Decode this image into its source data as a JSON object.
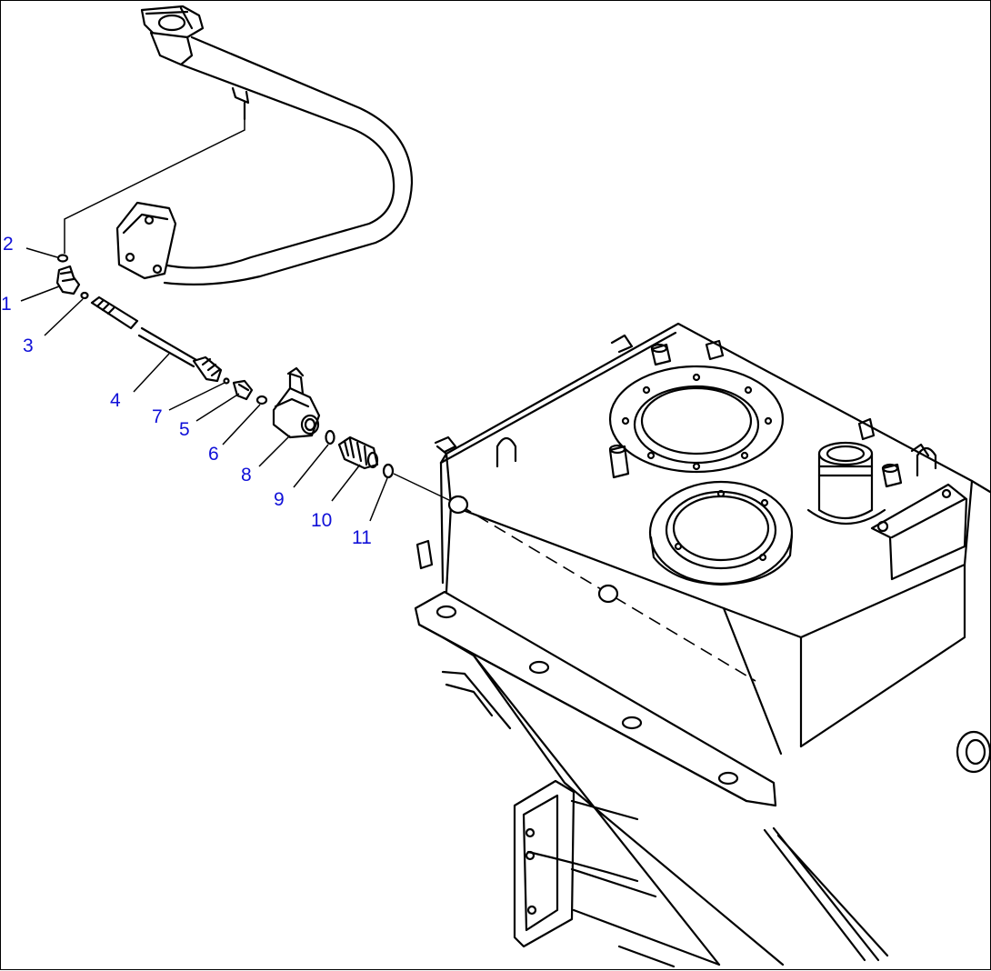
{
  "diagram": {
    "callouts": [
      {
        "id": "2",
        "text": "2"
      },
      {
        "id": "1",
        "text": "1"
      },
      {
        "id": "3",
        "text": "3"
      },
      {
        "id": "4",
        "text": "4"
      },
      {
        "id": "7",
        "text": "7"
      },
      {
        "id": "5",
        "text": "5"
      },
      {
        "id": "6",
        "text": "6"
      },
      {
        "id": "8",
        "text": "8"
      },
      {
        "id": "9",
        "text": "9"
      },
      {
        "id": "10",
        "text": "10"
      },
      {
        "id": "11",
        "text": "11"
      }
    ],
    "colors": {
      "callout_text": "#1010d8",
      "line": "#000000",
      "background": "#ffffff"
    }
  }
}
